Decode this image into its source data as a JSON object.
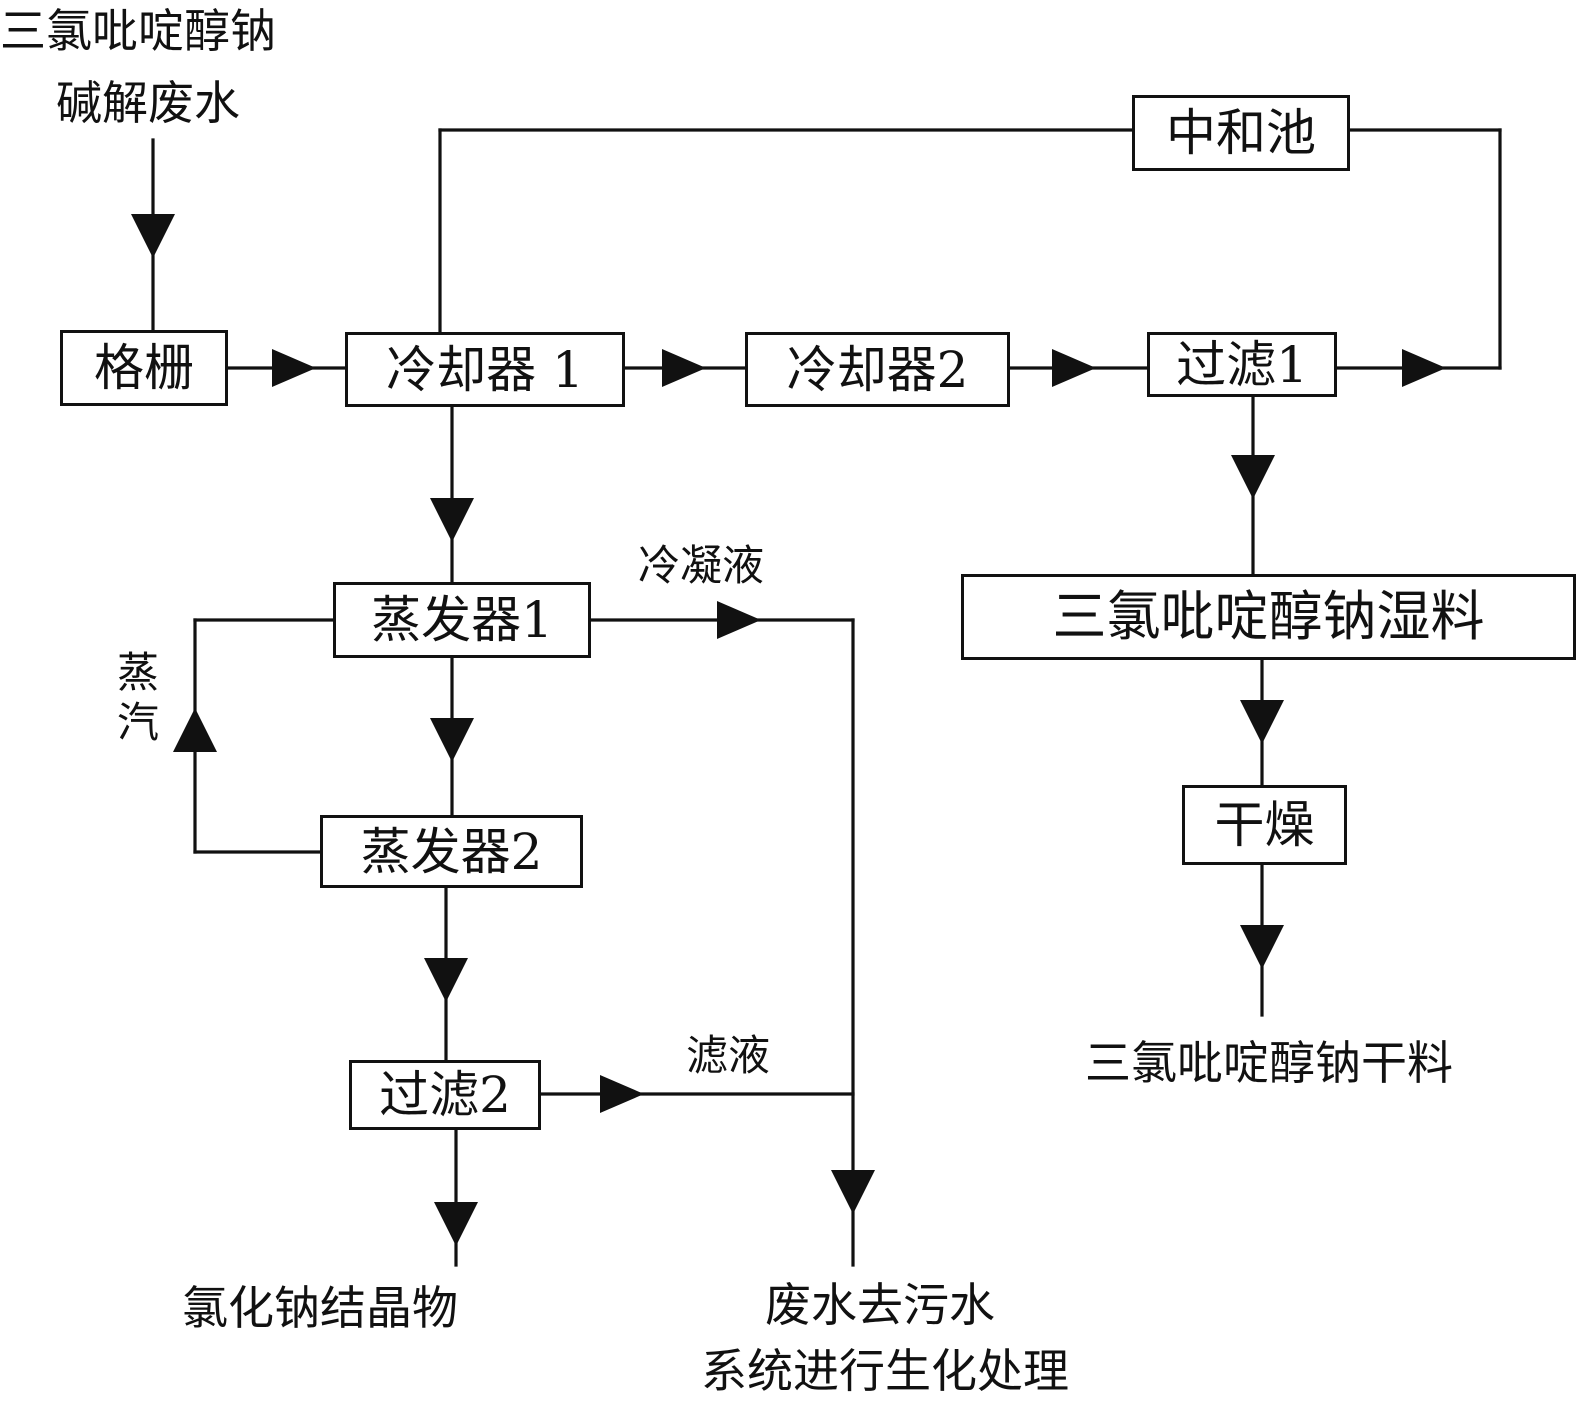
{
  "inputs": {
    "wastewater_line1": "三氯吡啶醇钠",
    "wastewater_line2": "碱解废水"
  },
  "nodes": {
    "grid": "格栅",
    "cooler1": "冷却器 1",
    "cooler2": "冷却器2",
    "filter1": "过滤1",
    "neutralization_pool": "中和池",
    "evaporator1": "蒸发器1",
    "evaporator2": "蒸发器2",
    "filter2": "过滤2",
    "wet_material": "三氯吡啶醇钠湿料",
    "drying": "干燥"
  },
  "labels": {
    "condensate": "冷凝液",
    "steam": "蒸汽",
    "filtrate": "滤液"
  },
  "outputs": {
    "dry_material": "三氯吡啶醇钠干料",
    "nacl_crystals": "氯化钠结晶物",
    "wastewater_line1": "废水去污水",
    "wastewater_line2": "系统进行生化处理"
  }
}
